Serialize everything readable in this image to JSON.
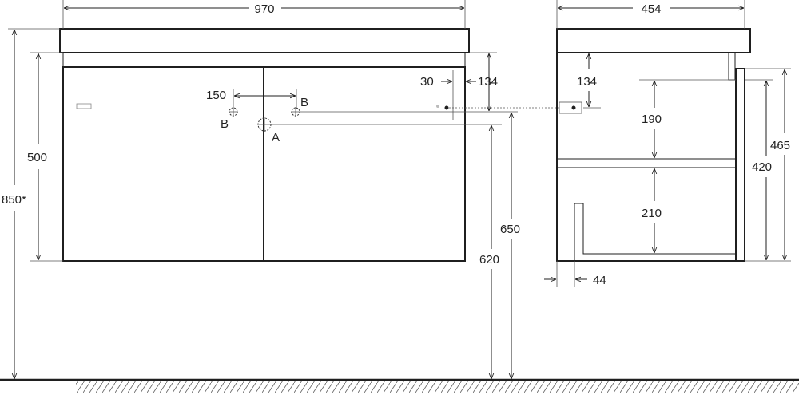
{
  "colors": {
    "line": "#1f1f1f",
    "text": "#222222",
    "background": "#ffffff"
  },
  "front_view": {
    "width_label": "970",
    "hole_spacing_label": "150",
    "hole_b_left_label": "B",
    "hole_b_right_label": "B",
    "hole_a_label": "A",
    "height_label": "500",
    "total_height_label": "850*",
    "side_offset_label": "30",
    "top_offset_label": "134",
    "hole_height_a_label": "650",
    "hole_height_b_label": "620"
  },
  "side_view": {
    "depth_label": "454",
    "top_offset_label": "134",
    "upper_compartment_label": "190",
    "lower_compartment_label": "210",
    "inner_height_label": "420",
    "outer_height_label": "465",
    "bottom_offset_label": "44"
  }
}
